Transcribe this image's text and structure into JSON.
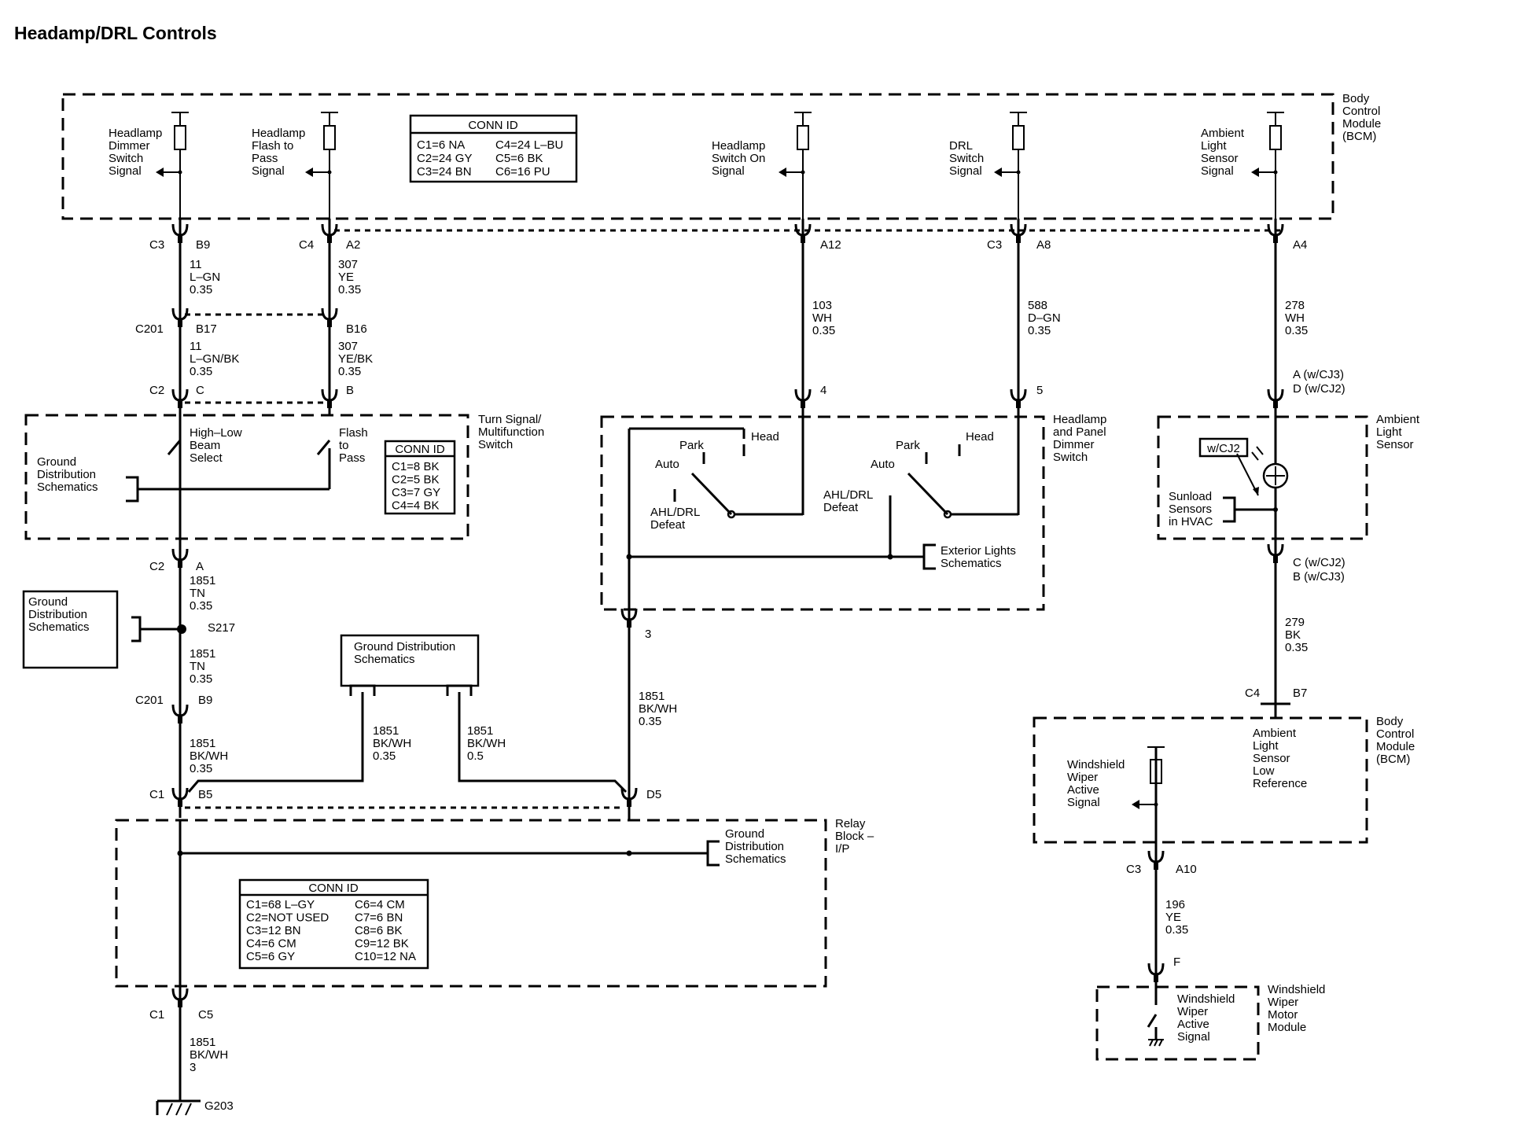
{
  "title": "Headamp/DRL Controls",
  "modules": {
    "bcm_top": {
      "name": [
        "Body",
        "Control",
        "Module",
        "(BCM)"
      ]
    },
    "turn_signal": {
      "name": [
        "Turn Signal/",
        "Multifunction",
        "Switch"
      ]
    },
    "headlamp_panel": {
      "name": [
        "Headlamp",
        "and Panel",
        "Dimmer",
        "Switch"
      ]
    },
    "ambient_sensor": {
      "name": [
        "Ambient",
        "Light",
        "Sensor"
      ]
    },
    "bcm_lower": {
      "name": [
        "Body",
        "Control",
        "Module",
        "(BCM)"
      ]
    },
    "relay_block": {
      "name": [
        "Relay",
        "Block –",
        "I/P"
      ]
    },
    "wiper_module": {
      "name": [
        "Windshield",
        "Wiper",
        "Motor",
        "Module"
      ]
    }
  },
  "signals": {
    "dimmer": [
      "Headlamp",
      "Dimmer",
      "Switch",
      "Signal"
    ],
    "flash": [
      "Headlamp",
      "Flash to",
      "Pass",
      "Signal"
    ],
    "switch_on": [
      "Headlamp",
      "Switch On",
      "Signal"
    ],
    "drl": [
      "DRL",
      "Switch",
      "Signal"
    ],
    "ambient": [
      "Ambient",
      "Light",
      "Sensor",
      "Signal"
    ],
    "wiper_active": [
      "Windshield",
      "Wiper",
      "Active",
      "Signal"
    ],
    "ambient_low_ref": [
      "Ambient",
      "Light",
      "Sensor",
      "Low",
      "Reference"
    ],
    "wiper_module_signal": [
      "Windshield",
      "Wiper",
      "Active",
      "Signal"
    ]
  },
  "conn_tables": {
    "bcm": {
      "header": "CONN ID",
      "rows": [
        [
          "C1=6 NA",
          "C4=24 L–BU"
        ],
        [
          "C2=24 GY",
          "C5=6 BK"
        ],
        [
          "C3=24 BN",
          "C6=16 PU"
        ]
      ]
    },
    "turn": {
      "header": "CONN ID",
      "rows": [
        [
          "C1=8 BK"
        ],
        [
          "C2=5 BK"
        ],
        [
          "C3=7 GY"
        ],
        [
          "C4=4 BK"
        ]
      ]
    },
    "relay": {
      "header": "CONN ID",
      "rows": [
        [
          "C1=68 L–GY",
          "C6=4 CM"
        ],
        [
          "C2=NOT USED",
          "C7=6 BN"
        ],
        [
          "C3=12 BN",
          "C8=6 BK"
        ],
        [
          "C4=6 CM",
          "C9=12 BK"
        ],
        [
          "C5=6 GY",
          "C10=12 NA"
        ]
      ]
    }
  },
  "connectors": {
    "c3_b9": [
      "C3",
      "B9"
    ],
    "c4_a2": [
      "C4",
      "A2"
    ],
    "a12": "A12",
    "c3_a8": [
      "C3",
      "A8"
    ],
    "a4": "A4",
    "c201_b17": [
      "C201",
      "B17"
    ],
    "b16": "B16",
    "c2_c": [
      "C2",
      "C"
    ],
    "b": "B",
    "pin4": "4",
    "pin5": "5",
    "amb_a": "A (w/CJ3)",
    "amb_d": "D (w/CJ2)",
    "c2_a": [
      "C2",
      "A"
    ],
    "s217": "S217",
    "pin3": "3",
    "c201_b9": [
      "C201",
      "B9"
    ],
    "amb_c": "C (w/CJ2)",
    "amb_b": "B (w/CJ3)",
    "c4_b7": [
      "C4",
      "B7"
    ],
    "c1_b5": [
      "C1",
      "B5"
    ],
    "d5": "D5",
    "c3_a10": [
      "C3",
      "A10"
    ],
    "f": "F",
    "c1_c5": [
      "C1",
      "C5"
    ],
    "g203": "G203"
  },
  "wires": {
    "w11": [
      "11",
      "L–GN",
      "0.35"
    ],
    "w307": [
      "307",
      "YE",
      "0.35"
    ],
    "w103": [
      "103",
      "WH",
      "0.35"
    ],
    "w588": [
      "588",
      "D–GN",
      "0.35"
    ],
    "w278": [
      "278",
      "WH",
      "0.35"
    ],
    "w11bk": [
      "11",
      "L–GN/BK",
      "0.35"
    ],
    "w307bk": [
      "307",
      "YE/BK",
      "0.35"
    ],
    "w1851a": [
      "1851",
      "TN",
      "0.35"
    ],
    "w1851b": [
      "1851",
      "TN",
      "0.35"
    ],
    "w1851c": [
      "1851",
      "BK/WH",
      "0.35"
    ],
    "w1851d": [
      "1851",
      "BK/WH",
      "0.35"
    ],
    "w1851e": [
      "1851",
      "BK/WH",
      "0.35"
    ],
    "w1851f": [
      "1851",
      "BK/WH",
      "0.5"
    ],
    "w1851g": [
      "1851",
      "BK/WH",
      "3"
    ],
    "w279": [
      "279",
      "BK",
      "0.35"
    ],
    "w196": [
      "196",
      "YE",
      "0.35"
    ]
  },
  "switch_labels": {
    "high_low": [
      "High–Low",
      "Beam",
      "Select"
    ],
    "flash_pass": [
      "Flash",
      "to",
      "Pass"
    ],
    "park1": "Park",
    "head1": "Head",
    "auto1": "Auto",
    "ahl1": [
      "AHL/DRL",
      "Defeat"
    ],
    "park2": "Park",
    "head2": "Head",
    "auto2": "Auto",
    "ahl2": [
      "AHL/DRL",
      "Defeat"
    ],
    "wcj2": "w/CJ2"
  },
  "refs": {
    "ground_turn": [
      "Ground",
      "Distribution",
      "Schematics"
    ],
    "ground_s217": [
      "Ground",
      "Distribution",
      "Schematics"
    ],
    "ground_mid": [
      "Ground Distribution",
      "Schematics"
    ],
    "ext_lights": [
      "Exterior Lights",
      "Schematics"
    ],
    "sunload": [
      "Sunload",
      "Sensors",
      "in HVAC"
    ],
    "ground_relay": [
      "Ground",
      "Distribution",
      "Schematics"
    ]
  }
}
